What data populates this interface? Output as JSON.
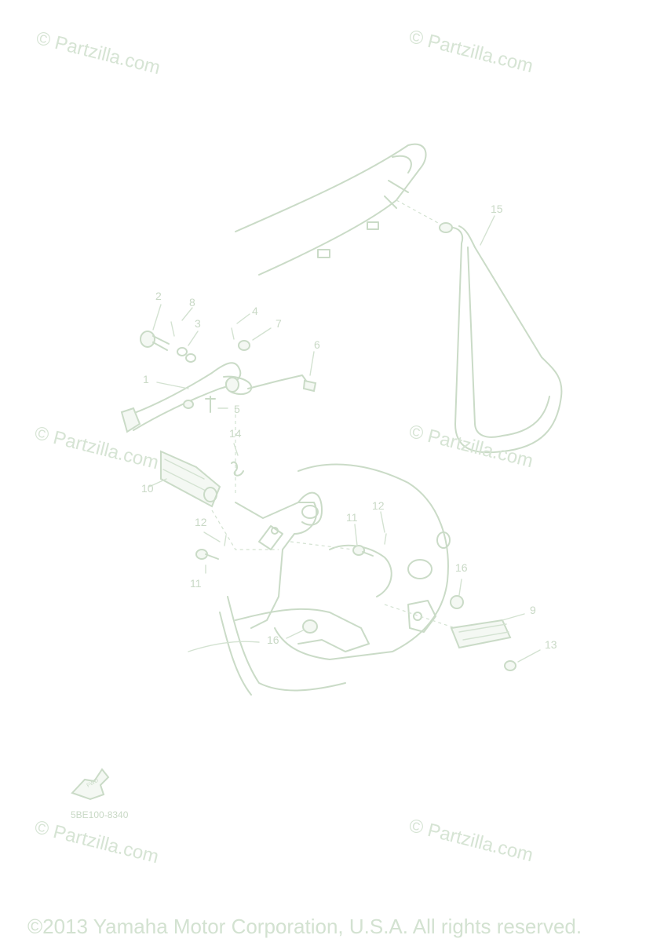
{
  "diagram": {
    "code": "5BE100-8340",
    "copyright": "©2013  Yamaha Motor Corporation, U.S.A. All rights reserved.",
    "watermarks": [
      "© Partzilla.com",
      "© Partzilla.com",
      "© Partzilla.com",
      "© Partzilla.com",
      "© Partzilla.com",
      "© Partzilla.com"
    ],
    "fwd_label": "FWD",
    "callouts": {
      "c1": "1",
      "c2": "2",
      "c3": "3",
      "c4": "4",
      "c5": "5",
      "c6": "6",
      "c7": "7",
      "c8": "8",
      "c9": "9",
      "c10": "10",
      "c11a": "11",
      "c11b": "11",
      "c12a": "12",
      "c12b": "12",
      "c13": "13",
      "c14": "14",
      "c15": "15",
      "c16a": "16",
      "c16b": "16"
    }
  }
}
